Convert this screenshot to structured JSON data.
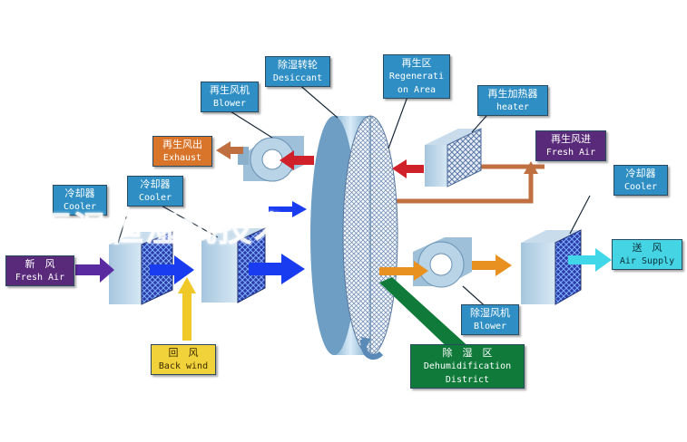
{
  "labels": {
    "desiccant": {
      "zh": "除湿转轮",
      "en": "Desiccant"
    },
    "regeneration": {
      "zh": "再生区",
      "en1": "Regenerati",
      "en2": "on Area"
    },
    "regen_blower": {
      "zh": "再生风机",
      "en": "Blower"
    },
    "heater": {
      "zh": "再生加热器",
      "en": "heater"
    },
    "exhaust": {
      "zh": "再生风出",
      "en": "Exhaust"
    },
    "regen_fresh": {
      "zh": "再生风进",
      "en": "Fresh Air"
    },
    "cooler_1": {
      "zh": "冷却器",
      "en": "Cooler"
    },
    "cooler_2": {
      "zh": "冷却器",
      "en": "Cooler"
    },
    "cooler_3": {
      "zh": "冷却器",
      "en": "Cooler"
    },
    "fresh_air": {
      "zh": "新　风",
      "en": "Fresh Air"
    },
    "air_supply": {
      "zh": "送　风",
      "en": "Air Supply"
    },
    "back_wind": {
      "zh": "回　风",
      "en": "Back wind"
    },
    "dehum_blower": {
      "zh": "除湿风机",
      "en": "Blower"
    },
    "dehum_district": {
      "zh": "除　湿　区",
      "en1": "Dehumidification",
      "en2": "District"
    }
  },
  "watermark": "恒温恒湿机技术",
  "colors": {
    "label_blue": "#2f8fc4",
    "label_orange": "#d8752a",
    "label_purple": "#5a2a7a",
    "label_cyan": "#44d4e4",
    "label_yellow": "#f2d23a",
    "label_green": "#0f7a3a",
    "arrow_blue": "#1a3cf0",
    "arrow_red": "#d0202a",
    "arrow_orange": "#e89020",
    "arrow_brown": "#c07040",
    "arrow_cyan": "#40d8e8",
    "arrow_yellow": "#f0c828",
    "arrow_purple": "#5a2aa0"
  },
  "icons": [
    "desiccant-wheel",
    "blower-fan",
    "heater-coil",
    "cooler-coil"
  ]
}
